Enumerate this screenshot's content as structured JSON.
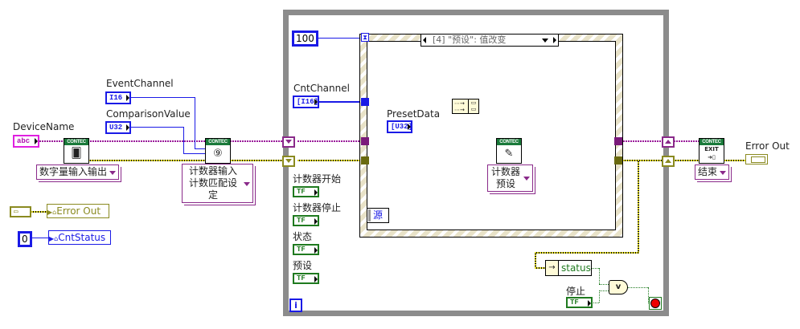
{
  "controls": {
    "device_name": {
      "label": "DeviceName",
      "type": "abc"
    },
    "event_channel": {
      "label": "EventChannel",
      "type": "I16"
    },
    "comparison_value": {
      "label": "ComparisonValue",
      "type": "U32"
    },
    "cnt_channel": {
      "label": "CntChannel",
      "type": "[I16]"
    },
    "preset_data": {
      "label": "PresetData",
      "type": "[U32]"
    },
    "timeout_const": "100",
    "cnt_status_const": "0"
  },
  "nodes": {
    "vi_header": "CONTEC",
    "dio_init": {
      "selector": "数字量输入输出"
    },
    "counter_match": {
      "selector_line1": "计数器输入",
      "selector_line2": "计数匹配设定"
    },
    "counter_preset": {
      "selector_line1": "计数器",
      "selector_line2": "预设"
    },
    "exit": {
      "selector": "结束",
      "exit_text": "EXIT"
    }
  },
  "locals": {
    "error_out": "Error Out",
    "cnt_status": "CntStatus"
  },
  "event_structure": {
    "case_label": "[4] \"预设\": 值改变",
    "source_label": "源"
  },
  "loop_terminals": [
    {
      "label": "计数器开始",
      "type": "TF"
    },
    {
      "label": "计数器停止",
      "type": "TF"
    },
    {
      "label": "状态",
      "type": "TF"
    },
    {
      "label": "预设",
      "type": "TF"
    }
  ],
  "unbundle": {
    "field": "status"
  },
  "stop": {
    "label": "停止",
    "type": "TF",
    "or_label": "v"
  },
  "iteration_label": "i",
  "indicators": {
    "error_out": {
      "label": "Error Out"
    }
  },
  "colors": {
    "numeric_blue": "#1a1ae6",
    "boolean_green": "#1f7a1f",
    "string_pink": "#e020e0",
    "cluster_olive": "#8a8a20",
    "contec_green": "#1a7a3a",
    "loop_gray": "#8c8c8c"
  }
}
